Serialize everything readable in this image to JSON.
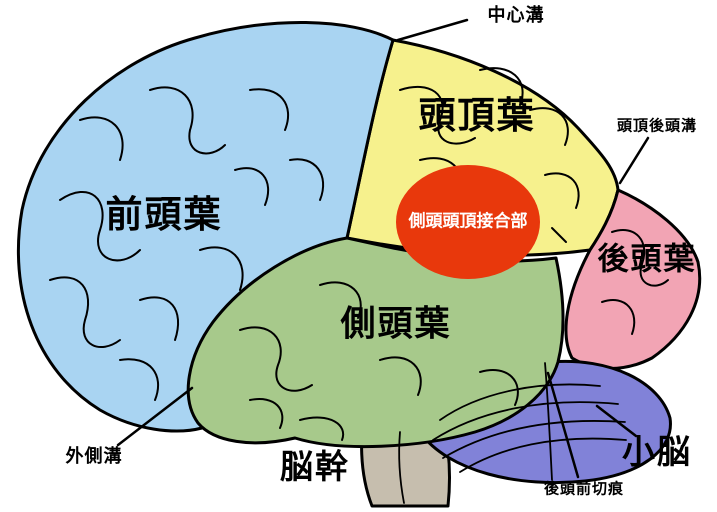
{
  "diagram": {
    "regions": [
      {
        "id": "frontal-lobe",
        "label": "前頭葉",
        "color": "#a9d4f2"
      },
      {
        "id": "parietal-lobe",
        "label": "頭頂葉",
        "color": "#f6f18d"
      },
      {
        "id": "temporal-lobe",
        "label": "側頭葉",
        "color": "#a7c98b"
      },
      {
        "id": "occipital-lobe",
        "label": "後頭葉",
        "color": "#f2a4b4"
      },
      {
        "id": "cerebellum",
        "label": "小脳",
        "color": "#8182d8"
      },
      {
        "id": "brainstem",
        "label": "脳幹",
        "color": "#c6beae"
      }
    ],
    "annotations": [
      {
        "id": "central-sulcus",
        "label": "中心溝"
      },
      {
        "id": "parieto-occipital-sulcus",
        "label": "頭頂後頭溝"
      },
      {
        "id": "lateral-sulcus",
        "label": "外側溝"
      },
      {
        "id": "preoccipital-notch",
        "label": "後頭前切痕"
      },
      {
        "id": "temporoparietal-junction",
        "label": "側頭頭頂接合部",
        "color": "#e8380c"
      }
    ],
    "outline_color": "#000000",
    "background_color": "#ffffff"
  }
}
